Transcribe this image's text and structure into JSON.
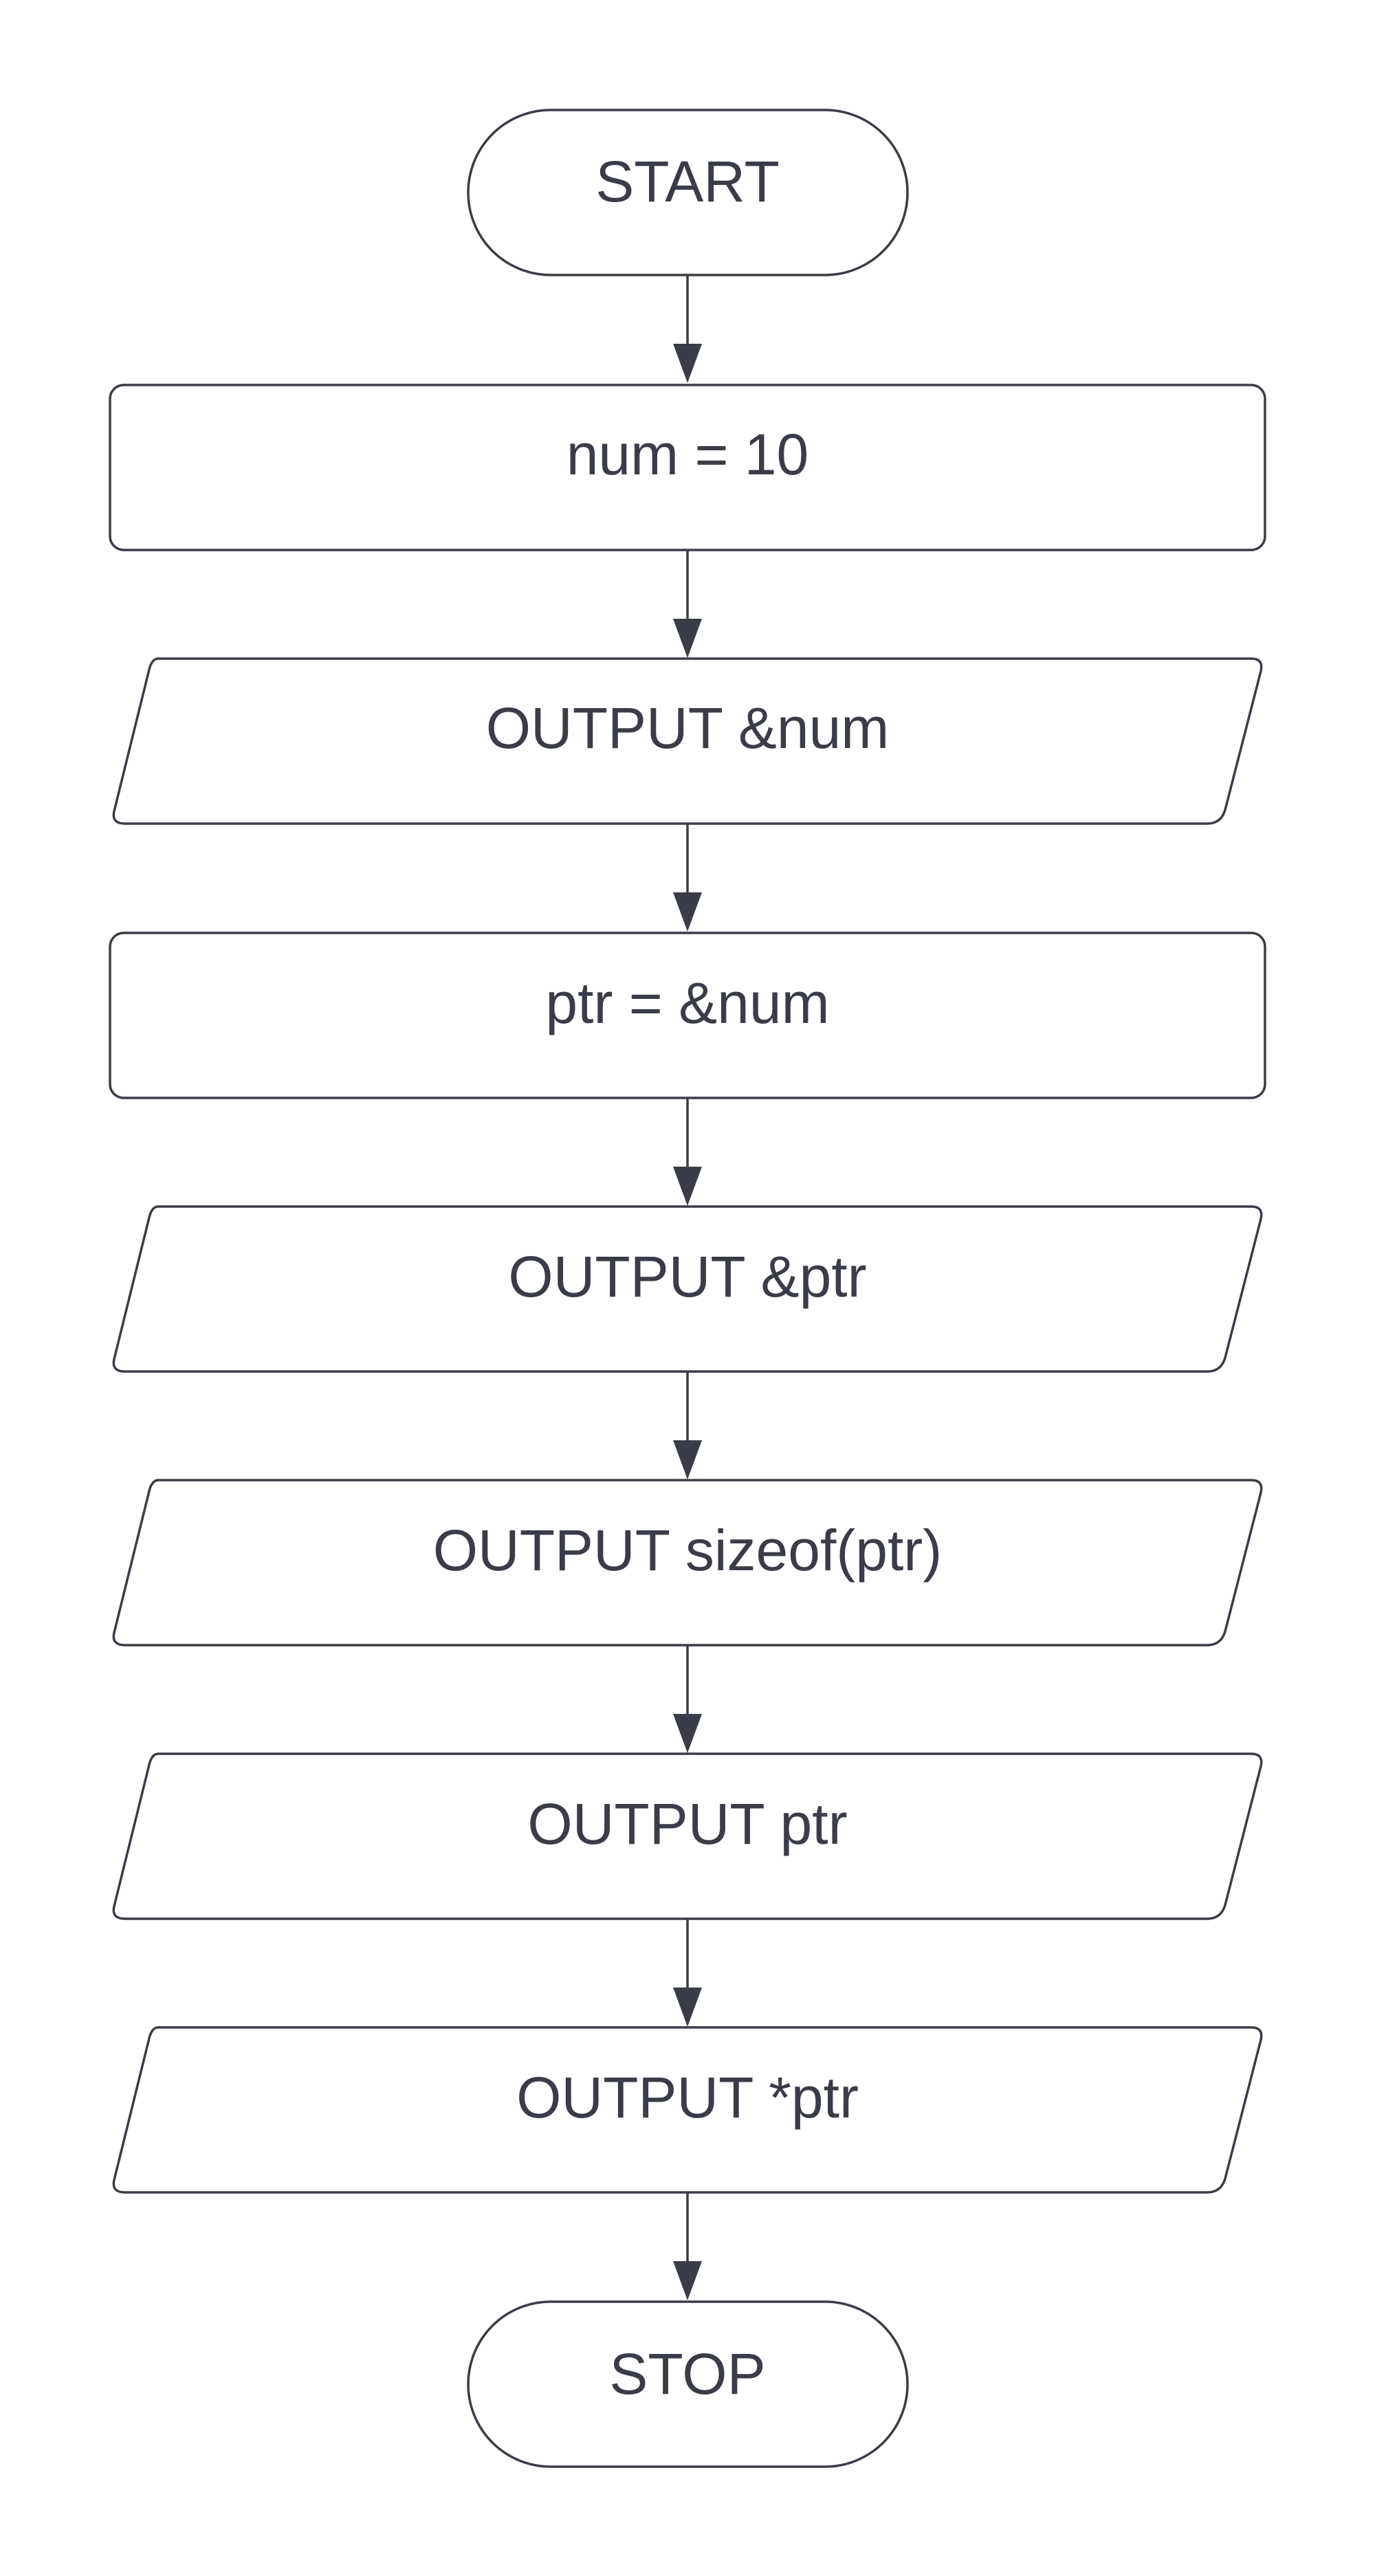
{
  "flowchart": {
    "steps": [
      {
        "kind": "terminal",
        "text": "START"
      },
      {
        "kind": "process",
        "text": "num = 10"
      },
      {
        "kind": "io",
        "text": "OUTPUT &num"
      },
      {
        "kind": "process",
        "text": "ptr = &num"
      },
      {
        "kind": "io",
        "text": "OUTPUT &ptr"
      },
      {
        "kind": "io",
        "text": "OUTPUT sizeof(ptr)"
      },
      {
        "kind": "io",
        "text": "OUTPUT ptr"
      },
      {
        "kind": "io",
        "text": "OUTPUT *ptr"
      },
      {
        "kind": "terminal",
        "text": "STOP"
      }
    ],
    "colors": {
      "stroke": "#3a3d47",
      "text": "#3a3d47",
      "fill": "#ffffff"
    }
  }
}
